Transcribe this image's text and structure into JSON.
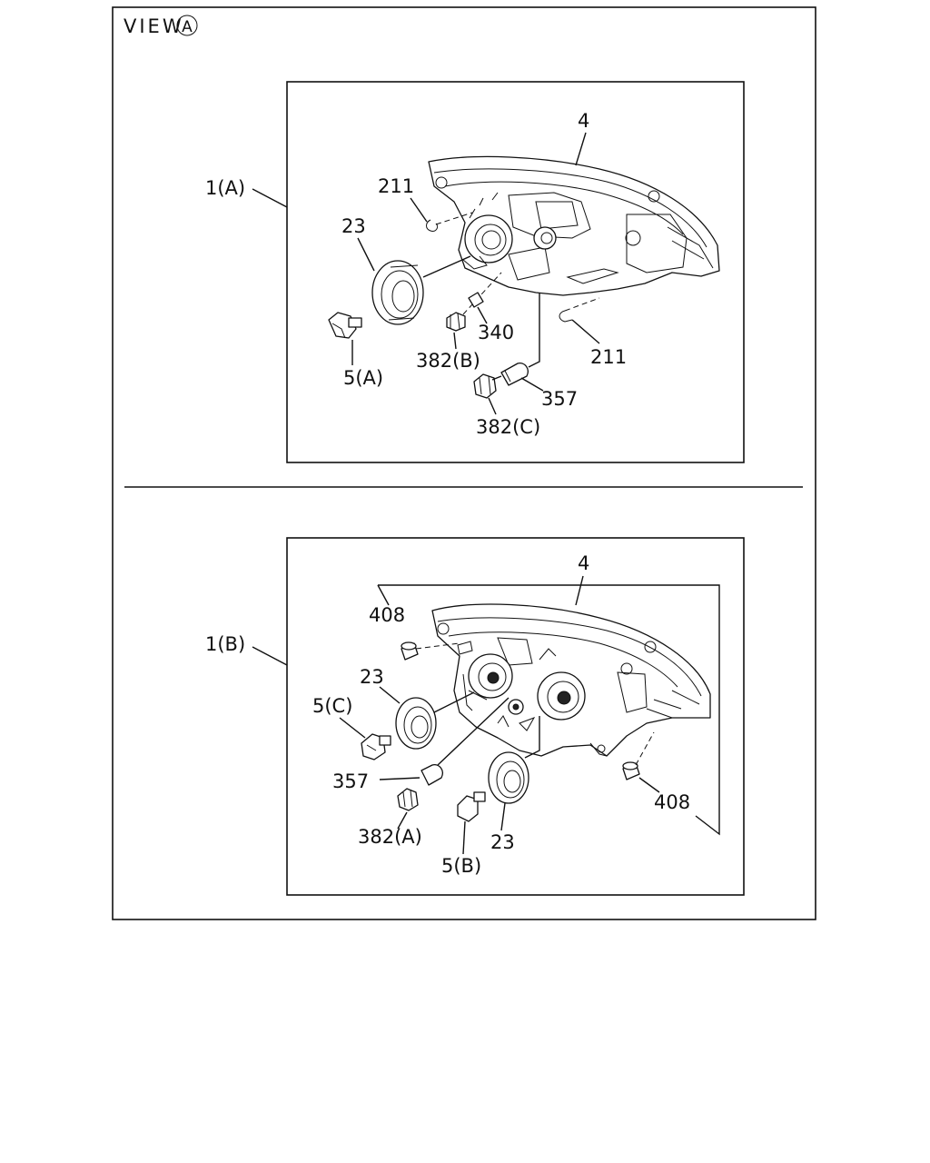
{
  "view_title": "VIEW",
  "view_marker": "A",
  "top_panel": {
    "assembly_label": "1(A)",
    "callouts": {
      "housing": "4",
      "clip_upper": "211",
      "clip_lower": "211",
      "cover": "23",
      "bulb": "5(A)",
      "wedge_bulb": "340",
      "socket_b": "382(B)",
      "socket_c": "382(C)",
      "bulb_357": "357"
    }
  },
  "bottom_panel": {
    "assembly_label": "1(B)",
    "callouts": {
      "housing": "4",
      "cap_upper": "408",
      "cap_lower": "408",
      "cover_left": "23",
      "cover_right": "23",
      "bulb_c": "5(C)",
      "bulb_357": "357",
      "socket_a": "382(A)",
      "bulb_b": "5(B)"
    }
  }
}
